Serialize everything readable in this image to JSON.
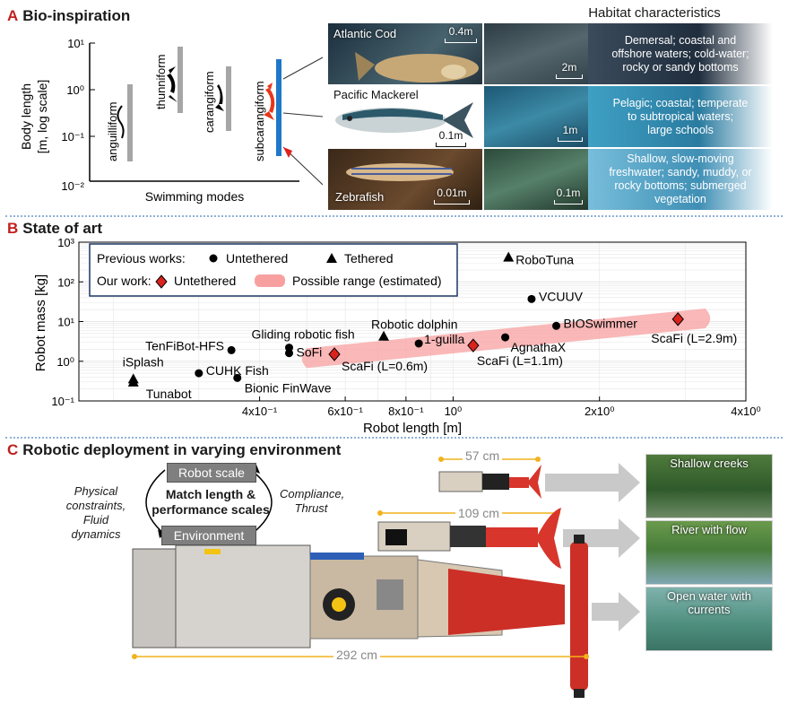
{
  "panel_a": {
    "letter": "A",
    "title": "Bio-inspiration",
    "habitat_header": "Habitat characteristics",
    "y_axis_label_line1": "Body length",
    "y_axis_label_line2": "[m, log scale]",
    "x_axis_label": "Swimming modes",
    "y_ticks": [
      "10¹",
      "10⁰",
      "10⁻¹",
      "10⁻²"
    ],
    "modes": [
      "anguilliform",
      "thunniform",
      "carangiform",
      "subcarangiform"
    ],
    "fish": [
      {
        "name": "Atlantic Cod",
        "fish_scale": "0.4m",
        "habitat_scale": "2m",
        "habitat": [
          "Demersal; coastal and",
          "offshore waters; cold-water;",
          "rocky or sandy bottoms"
        ]
      },
      {
        "name": "Pacific Mackerel",
        "fish_scale": "0.1m",
        "habitat_scale": "1m",
        "habitat": [
          "Pelagic; coastal; temperate",
          "to subtropical waters;",
          "large schools"
        ]
      },
      {
        "name": "Zebrafish",
        "fish_scale": "0.01m",
        "habitat_scale": "0.1m",
        "habitat": [
          "Shallow, slow-moving",
          "freshwater; sandy, muddy, or",
          "rocky bottoms; submerged",
          "vegetation"
        ]
      }
    ],
    "colors": {
      "gray_bar": "#a6a6a6",
      "blue_bar": "#1f77c9",
      "red_fish": "#e8351c"
    }
  },
  "panel_b": {
    "letter": "B",
    "title": "State of art",
    "legend": {
      "previous": "Previous works:",
      "untethered": "Untethered",
      "tethered": "Tethered",
      "ours": "Our work:",
      "ours_untethered": "Untethered",
      "range": "Possible range (estimated)"
    }
  },
  "chart_data": {
    "type": "scatter",
    "xlabel": "Robot length [m]",
    "ylabel": "Robot mass [kg]",
    "xscale": "log",
    "yscale": "log",
    "xlim": [
      0.17,
      4.0
    ],
    "ylim": [
      0.1,
      1000
    ],
    "x_ticks": [
      {
        "value": 0.4,
        "label": "4x10⁻¹"
      },
      {
        "value": 0.6,
        "label": "6x10⁻¹"
      },
      {
        "value": 0.8,
        "label": "8x10⁻¹"
      },
      {
        "value": 1.0,
        "label": "10⁰"
      },
      {
        "value": 2.0,
        "label": "2x10⁰"
      },
      {
        "value": 4.0,
        "label": "4x10⁰"
      }
    ],
    "y_ticks": [
      {
        "value": 0.1,
        "label": "10⁻¹"
      },
      {
        "value": 1,
        "label": "10⁰"
      },
      {
        "value": 10,
        "label": "10¹"
      },
      {
        "value": 100,
        "label": "10²"
      },
      {
        "value": 1000,
        "label": "10³"
      }
    ],
    "grid": true,
    "legend_position": "top-left",
    "series": [
      {
        "name": "Untethered",
        "marker": "circle",
        "color": "#000000",
        "points": [
          {
            "label": "TenFiBot-HFS",
            "x": 0.35,
            "y": 1.9
          },
          {
            "label": "Gliding robotic fish",
            "x": 0.46,
            "y": 2.2
          },
          {
            "label": "SoFi",
            "x": 0.46,
            "y": 1.6
          },
          {
            "label": "CUHK Fish",
            "x": 0.3,
            "y": 0.5
          },
          {
            "label": "Bionic FinWave",
            "x": 0.36,
            "y": 0.38
          },
          {
            "label": "1-guilla",
            "x": 0.85,
            "y": 2.8
          },
          {
            "label": "AgnathaX",
            "x": 1.28,
            "y": 4.0
          },
          {
            "label": "VCUUV",
            "x": 1.45,
            "y": 37
          },
          {
            "label": "BIOSwimmer",
            "x": 1.63,
            "y": 7.8
          }
        ]
      },
      {
        "name": "Tethered",
        "marker": "triangle",
        "color": "#000000",
        "points": [
          {
            "label": "iSplash",
            "x": 0.22,
            "y": 0.36
          },
          {
            "label": "Tunabot",
            "x": 0.22,
            "y": 0.3
          },
          {
            "label": "Robotic dolphin",
            "x": 0.72,
            "y": 4.3
          },
          {
            "label": "RoboTuna",
            "x": 1.3,
            "y": 420
          }
        ]
      },
      {
        "name": "Untethered (our work)",
        "marker": "diamond",
        "color": "#d9231c",
        "points": [
          {
            "label": "ScaFi (L=0.6m)",
            "x": 0.57,
            "y": 1.5
          },
          {
            "label": "ScaFi (L=1.1m)",
            "x": 1.1,
            "y": 2.5
          },
          {
            "label": "ScaFi (L=2.9m)",
            "x": 2.9,
            "y": 11.5
          }
        ]
      }
    ],
    "range_band": {
      "name": "Possible range (estimated)",
      "x": [
        0.5,
        3.3
      ],
      "y": [
        1.2,
        12
      ],
      "color": "#f8a0a0"
    }
  },
  "panel_c": {
    "letter": "C",
    "title": "Robotic deployment in varying environment",
    "cycle": {
      "top": "Robot scale",
      "middle_line1": "Match length &",
      "middle_line2": "performance scales",
      "bottom": "Environment",
      "left_line1": "Physical",
      "left_line2": "constraints,",
      "left_line3": "Fluid dynamics",
      "right_line1": "Compliance,",
      "right_line2": "Thrust"
    },
    "lengths": [
      "57 cm",
      "109 cm",
      "292 cm"
    ],
    "environments": [
      "Shallow creeks",
      "River with flow",
      "Open water with currents"
    ]
  }
}
